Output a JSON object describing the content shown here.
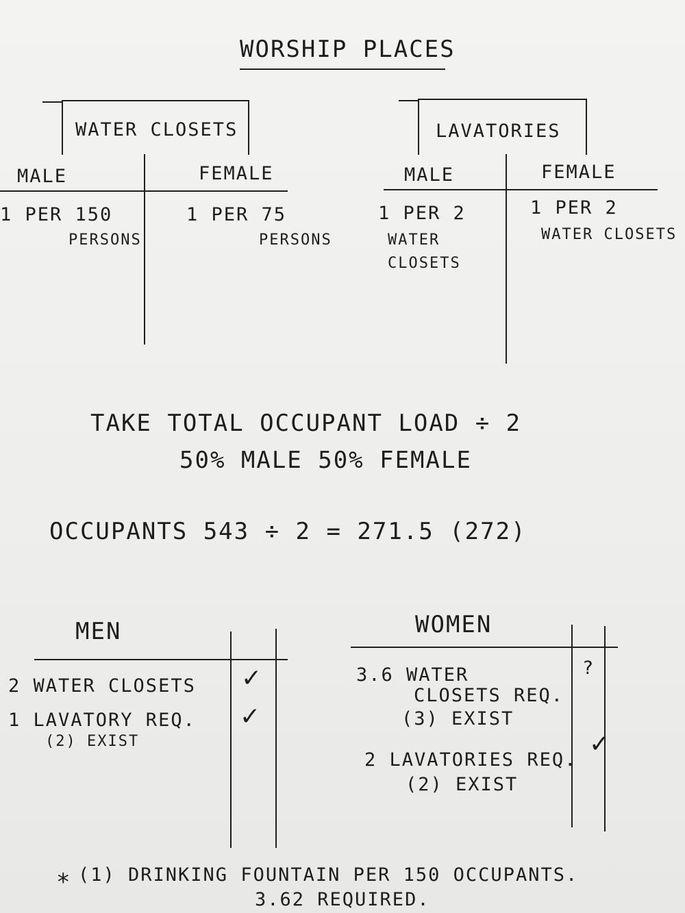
{
  "title": "WORSHIP PLACES",
  "water_closets": {
    "header": "WATER CLOSETS",
    "male_label": "MALE",
    "female_label": "FEMALE",
    "male_rule_1": "1 PER 150",
    "male_rule_2": "PERSONS",
    "female_rule_1": "1 PER 75",
    "female_rule_2": "PERSONS"
  },
  "lavatories": {
    "header": "LAVATORIES",
    "male_label": "MALE",
    "female_label": "FEMALE",
    "male_rule_1": "1 PER 2",
    "male_rule_2": "WATER",
    "male_rule_3": "CLOSETS",
    "female_rule_1": "1 PER 2",
    "female_rule_2": "WATER CLOSETS"
  },
  "instructions": {
    "line1": "TAKE TOTAL OCCUPANT LOAD ÷ 2",
    "line2": "50% MALE 50% FEMALE",
    "calc": "OCCUPANTS 543 ÷ 2 = 271.5 (272)"
  },
  "men": {
    "header": "MEN",
    "row1": "2 WATER CLOSETS",
    "row1_mark": "✓",
    "row2": "1 LAVATORY REQ.",
    "row2b": "(2) EXIST",
    "row2_mark": "✓"
  },
  "women": {
    "header": "WOMEN",
    "row1a": "3.6 WATER",
    "row1b": "CLOSETS REQ.",
    "row1c": "(3) EXIST",
    "row1_mark": "?",
    "row2a": "2 LAVATORIES REQ.",
    "row2b": "(2) EXIST",
    "row2_mark": "✓"
  },
  "footnote": {
    "star": "*",
    "line1": "(1) DRINKING FOUNTAIN PER 150 OCCUPANTS.",
    "line2": "3.62 REQUIRED."
  }
}
